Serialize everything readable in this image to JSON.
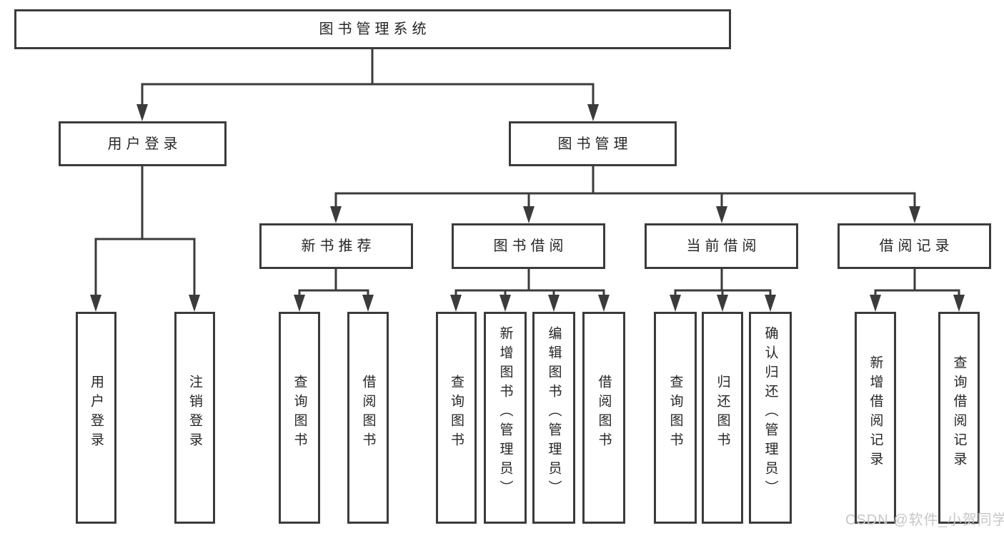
{
  "nodes": {
    "root": "图书管理系统",
    "user_login": "用户登录",
    "book_management": "图书管理",
    "new_book_recommend": "新书推荐",
    "book_borrowing": "图书借阅",
    "current_borrowing": "当前借阅",
    "borrowing_records": "借阅记录",
    "ul_user_login": "用户登录",
    "ul_logout": "注销登录",
    "nb_query_books": "查询图书",
    "nb_borrow_books": "借阅图书",
    "bb_query_books": "查询图书",
    "bb_add_books_admin": "新增图书（管理员）",
    "bb_edit_books_admin": "编辑图书（管理员）",
    "bb_borrow_books": "借阅图书",
    "cb_query_books": "查询图书",
    "cb_return_books": "归还图书",
    "cb_confirm_return_admin": "确认归还（管理员）",
    "br_add_record": "新增借阅记录",
    "br_query_record": "查询借阅记录"
  },
  "watermark": "CSDN @软件_小贺同学",
  "colors": {
    "line": "#3b3b3b",
    "box_border": "#3b3b3b",
    "text": "#262626",
    "watermark": "#c7c7c7",
    "background": "#ffffff"
  }
}
